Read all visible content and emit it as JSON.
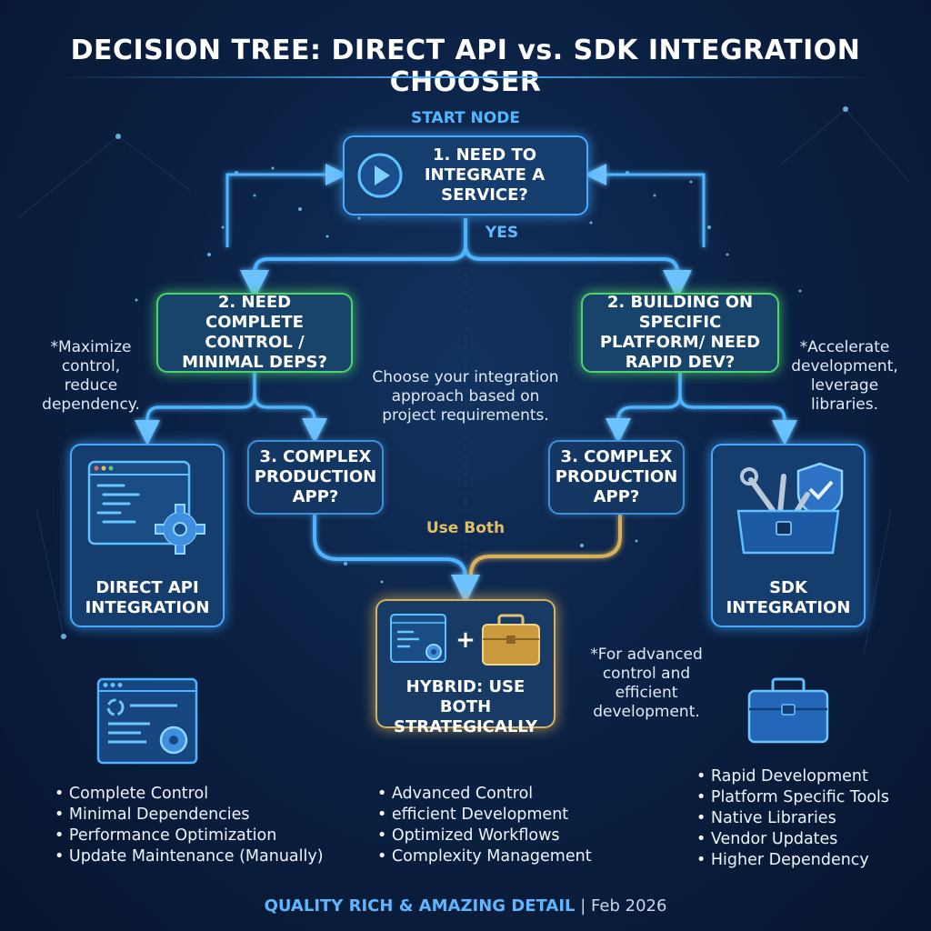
{
  "title": "DECISION TREE: DIRECT API vs. SDK INTEGRATION CHOOSER",
  "start_label": "START NODE",
  "q1": "1. NEED TO INTEGRATE A SERVICE?",
  "yes_label": "YES",
  "q2_left": "2. NEED COMPLETE CONTROL / MINIMAL DEPS?",
  "q2_right": "2. BUILDING ON SPECIFIC PLATFORM/ NEED RAPID DEV?",
  "q3_left": "3. COMPLEX PRODUCTION APP?",
  "q3_right": "3. COMPLEX PRODUCTION APP?",
  "center_note": "Choose your integration approach based on project requirements.",
  "use_both_label": "Use Both",
  "note_left": "*Maximize control, reduce dependency.",
  "note_right": "*Accelerate development, leverage libraries.",
  "note_hybrid": "*For advanced control and efficient development.",
  "result_api": "DIRECT API INTEGRATION",
  "result_sdk": "SDK INTEGRATION",
  "result_hybrid": "HYBRID: USE BOTH STRATEGICALLY",
  "api_bullets": [
    "Complete Control",
    "Minimal Dependencies",
    "Performance Optimization",
    "Update Maintenance (Manually)"
  ],
  "hybrid_bullets": [
    "Advanced Control",
    "efficient Development",
    "Optimized Workflows",
    "Complexity Management"
  ],
  "sdk_bullets": [
    "Rapid Development",
    "Platform Specific Tools",
    "Native Libraries",
    "Vendor Updates",
    "Higher Dependency"
  ],
  "footer_main": "QUALITY RICH & AMAZING DETAIL",
  "footer_sep": " | ",
  "footer_date": "Feb 2026",
  "icons": [
    "play-icon",
    "code-window-gear-icon",
    "toolbox-tools-shield-icon",
    "plus-icon",
    "toolbox-icon"
  ],
  "colors": {
    "blue": "#46a9ff",
    "green": "#4ed36d",
    "gold": "#d9b05c"
  }
}
